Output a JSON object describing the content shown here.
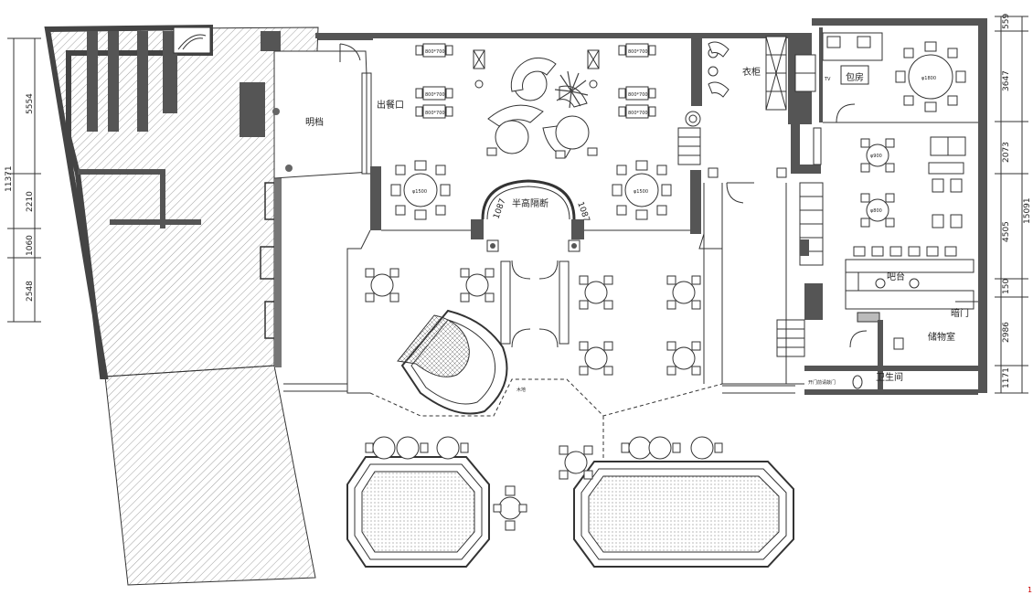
{
  "labels": {
    "mingdang": "明档",
    "chucankou": "出餐口",
    "banGaoGeDuan": "半高隔断",
    "yigui": "衣柜",
    "baofang": "包房",
    "batai": "吧台",
    "anmen": "暗门",
    "chuwushi": "储物室",
    "weishengjian": "卫生间",
    "mudi": "木地",
    "kaimen": "开门前请敲门",
    "tv": "TV"
  },
  "dims": {
    "d1087a": "1087",
    "d1087b": "1087",
    "left": [
      "5554",
      "2210",
      "1060",
      "2548"
    ],
    "leftTotal": "11371",
    "right": [
      "559",
      "3647",
      "2073",
      "4505",
      "150",
      "2986",
      "1171"
    ],
    "rightTotal": "15091"
  },
  "tables": {
    "t800": "800*700",
    "t1500": "φ1500",
    "t1800": "φ1800",
    "t900": "φ900",
    "t800r": "φ800"
  },
  "page_number": "1",
  "colors": {
    "wall": "#555555",
    "hatch": "#888888",
    "line": "#333333",
    "marker": "#cc0000"
  }
}
